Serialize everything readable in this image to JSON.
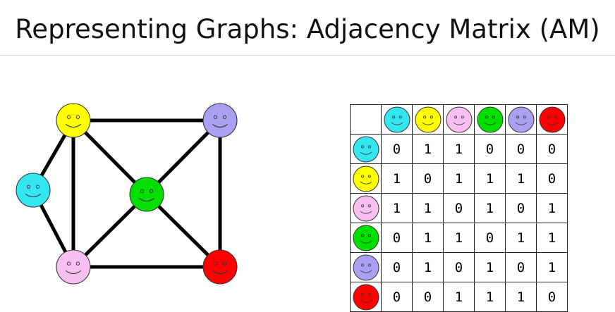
{
  "title": "Representing Graphs: Adjacency Matrix (AM)",
  "vertices": [
    {
      "id": "cyan",
      "color": "#33e6f0"
    },
    {
      "id": "yellow",
      "color": "#ffff00"
    },
    {
      "id": "pink",
      "color": "#f8c0f0"
    },
    {
      "id": "green",
      "color": "#00e000"
    },
    {
      "id": "purple",
      "color": "#a8a0f0"
    },
    {
      "id": "red",
      "color": "#ff0000"
    }
  ],
  "edges": [
    [
      "cyan",
      "yellow"
    ],
    [
      "cyan",
      "pink"
    ],
    [
      "yellow",
      "pink"
    ],
    [
      "yellow",
      "green"
    ],
    [
      "yellow",
      "purple"
    ],
    [
      "pink",
      "green"
    ],
    [
      "pink",
      "red"
    ],
    [
      "green",
      "purple"
    ],
    [
      "green",
      "red"
    ],
    [
      "purple",
      "red"
    ]
  ],
  "matrix": {
    "rows": [
      [
        "0",
        "1",
        "1",
        "0",
        "0",
        "0"
      ],
      [
        "1",
        "0",
        "1",
        "1",
        "1",
        "0"
      ],
      [
        "1",
        "1",
        "0",
        "1",
        "0",
        "1"
      ],
      [
        "0",
        "1",
        "1",
        "0",
        "1",
        "1"
      ],
      [
        "0",
        "1",
        "0",
        "1",
        "0",
        "1"
      ],
      [
        "0",
        "0",
        "1",
        "1",
        "1",
        "0"
      ]
    ]
  }
}
